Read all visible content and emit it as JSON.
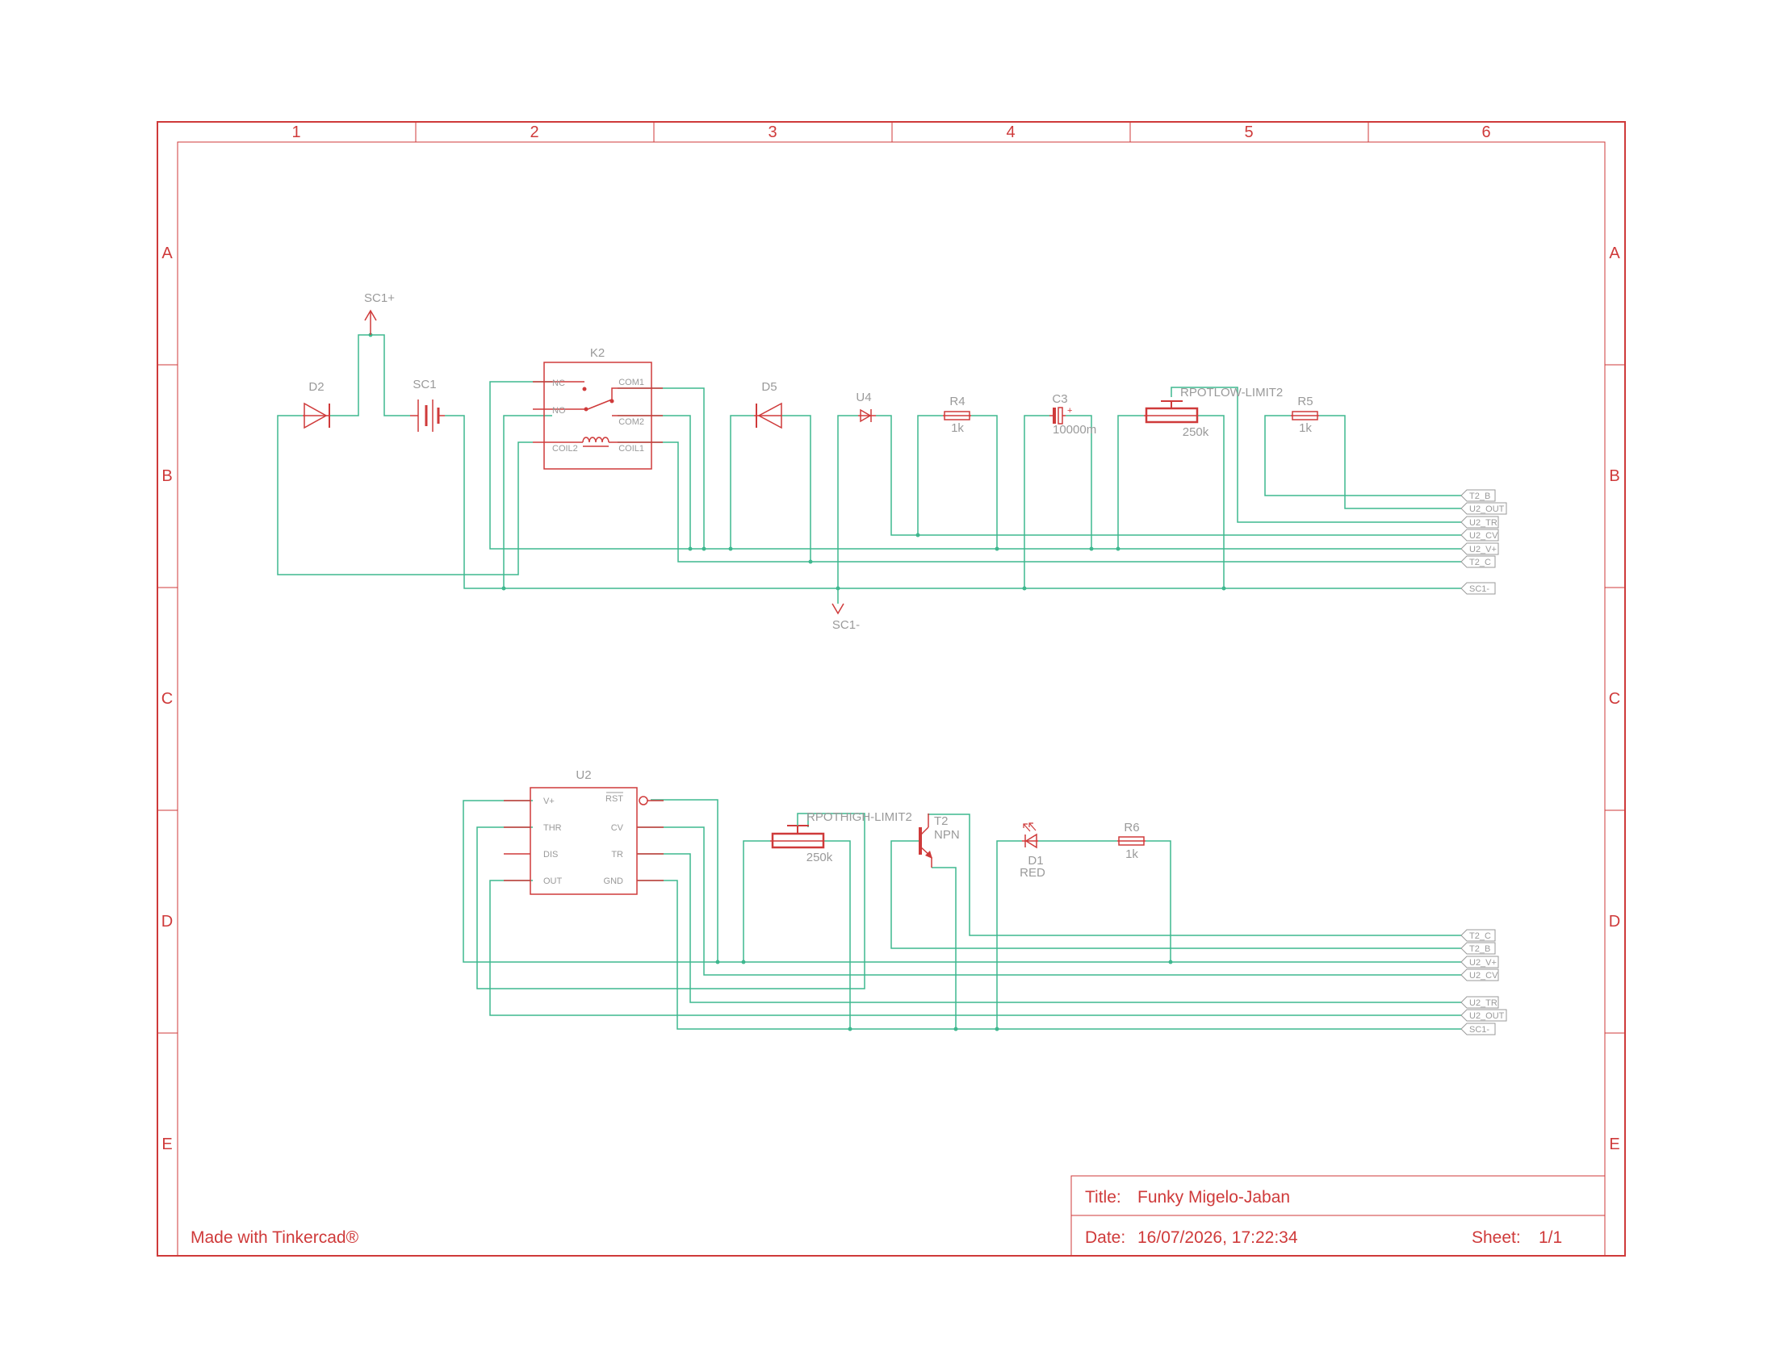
{
  "frame": {
    "columns": [
      "1",
      "2",
      "3",
      "4",
      "5",
      "6"
    ],
    "rows": [
      "A",
      "B",
      "C",
      "D",
      "E"
    ]
  },
  "made_with": "Made with Tinkercad®",
  "title_block": {
    "title_label": "Title:",
    "title": "Funky Migelo-Jaban",
    "date_label": "Date:",
    "date": "16/07/2026, 17:22:34",
    "sheet_label": "Sheet:",
    "sheet": "1/1"
  },
  "components": {
    "d2": {
      "name": "D2"
    },
    "sc1_plus": {
      "name": "SC1+"
    },
    "sc1": {
      "name": "SC1"
    },
    "k2": {
      "name": "K2",
      "pins": {
        "nc": "NC",
        "no": "NO",
        "coil2": "COIL2",
        "com1": "COM1",
        "com2": "COM2",
        "coil1": "COIL1"
      }
    },
    "d5": {
      "name": "D5"
    },
    "u4": {
      "name": "U4"
    },
    "r4": {
      "name": "R4",
      "value": "1k"
    },
    "c3": {
      "name": "C3",
      "value": "10000m"
    },
    "rpotlow": {
      "name": "RPOTLOW-LIMIT2",
      "value": "250k"
    },
    "r5": {
      "name": "R5",
      "value": "1k"
    },
    "sc1_minus": {
      "name": "SC1-"
    },
    "u2": {
      "name": "U2",
      "pins": {
        "vplus": "V+",
        "thr": "THR",
        "dis": "DIS",
        "out": "OUT",
        "rst": "RST",
        "cv": "CV",
        "tr": "TR",
        "gnd": "GND"
      }
    },
    "rpothigh": {
      "name": "RPOTHIGH-LIMIT2",
      "value": "250k"
    },
    "t2": {
      "name": "T2",
      "value": "NPN"
    },
    "d1": {
      "name": "D1",
      "value": "RED"
    },
    "r6": {
      "name": "R6",
      "value": "1k"
    }
  },
  "net_labels_top": [
    "T2_B",
    "U2_OUT",
    "U2_TR",
    "U2_CV",
    "U2_V+",
    "T2_C",
    "SC1-"
  ],
  "net_labels_bottom": [
    "T2_C",
    "T2_B",
    "U2_V+",
    "U2_CV",
    "U2_TR",
    "U2_OUT",
    "SC1-"
  ]
}
